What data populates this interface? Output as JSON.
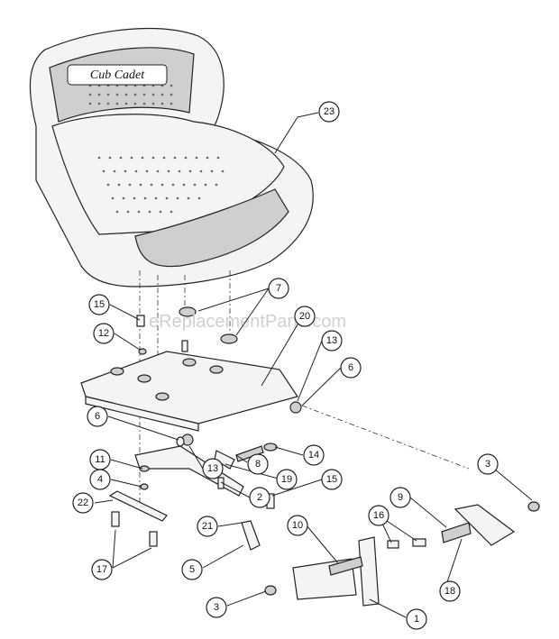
{
  "watermark": "eReplacementParts.com",
  "seat_logo": "Cub Cadet",
  "callouts": {
    "c23": "23",
    "c7": "7",
    "c15a": "15",
    "c20": "20",
    "c12": "12",
    "c13a": "13",
    "c6a": "6",
    "c6b": "6",
    "c14": "14",
    "c11": "11",
    "c13b": "13",
    "c8": "8",
    "c4": "4",
    "c19": "19",
    "c15b": "15",
    "c22": "22",
    "c2": "2",
    "c3a": "3",
    "c21": "21",
    "c10": "10",
    "c16": "16",
    "c9": "9",
    "c17": "17",
    "c5": "5",
    "c18": "18",
    "c3b": "3",
    "c1": "1"
  }
}
